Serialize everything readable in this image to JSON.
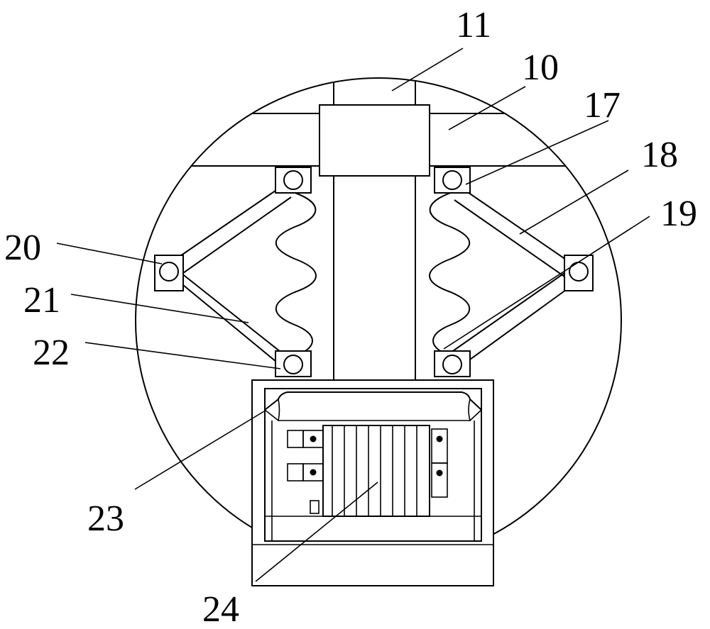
{
  "labels": {
    "l10": "10",
    "l11": "11",
    "l17": "17",
    "l18": "18",
    "l19": "19",
    "l20": "20",
    "l21": "21",
    "l22": "22",
    "l23": "23",
    "l24": "24"
  },
  "colors": {
    "ink": "#000000",
    "paper": "#ffffff"
  }
}
